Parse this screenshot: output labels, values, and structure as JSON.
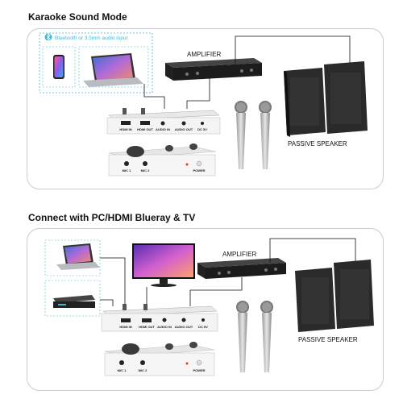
{
  "section1": {
    "title": "Karaoke Sound Mode",
    "bluetooth_note": "Bluetooth or 3.5mm audio input",
    "amplifier_label": "AMPLIFIER",
    "speaker_label": "PASSIVE SPEAKER",
    "ports_top": [
      "HDMI IN",
      "HDMI OUT",
      "AUDIO IN",
      "AUDIO OUT",
      "DC 5V"
    ],
    "ports_bottom": [
      "MIC 1",
      "MIC 2",
      "POWER"
    ]
  },
  "section2": {
    "title": "Connect with PC/HDMI Blueray & TV",
    "amplifier_label": "AMPLIFIER",
    "speaker_label": "PASSIVE SPEAKER",
    "ports_top": [
      "HDMI IN",
      "HDMI OUT",
      "AUDIO IN",
      "AUDIO OUT",
      "DC 5V"
    ],
    "ports_bottom": [
      "MIC 1",
      "MIC 2",
      "POWER"
    ]
  },
  "colors": {
    "accent": "#3fb8d4",
    "panel_border": "#c9cccf",
    "cable": "#111111",
    "power_dot": "#e23b2e"
  },
  "icons": [
    "bluetooth-icon",
    "smartphone-icon",
    "laptop-icon",
    "tv-icon",
    "bluray-player-icon",
    "microphone-icon",
    "speaker-icon",
    "amplifier-icon"
  ]
}
